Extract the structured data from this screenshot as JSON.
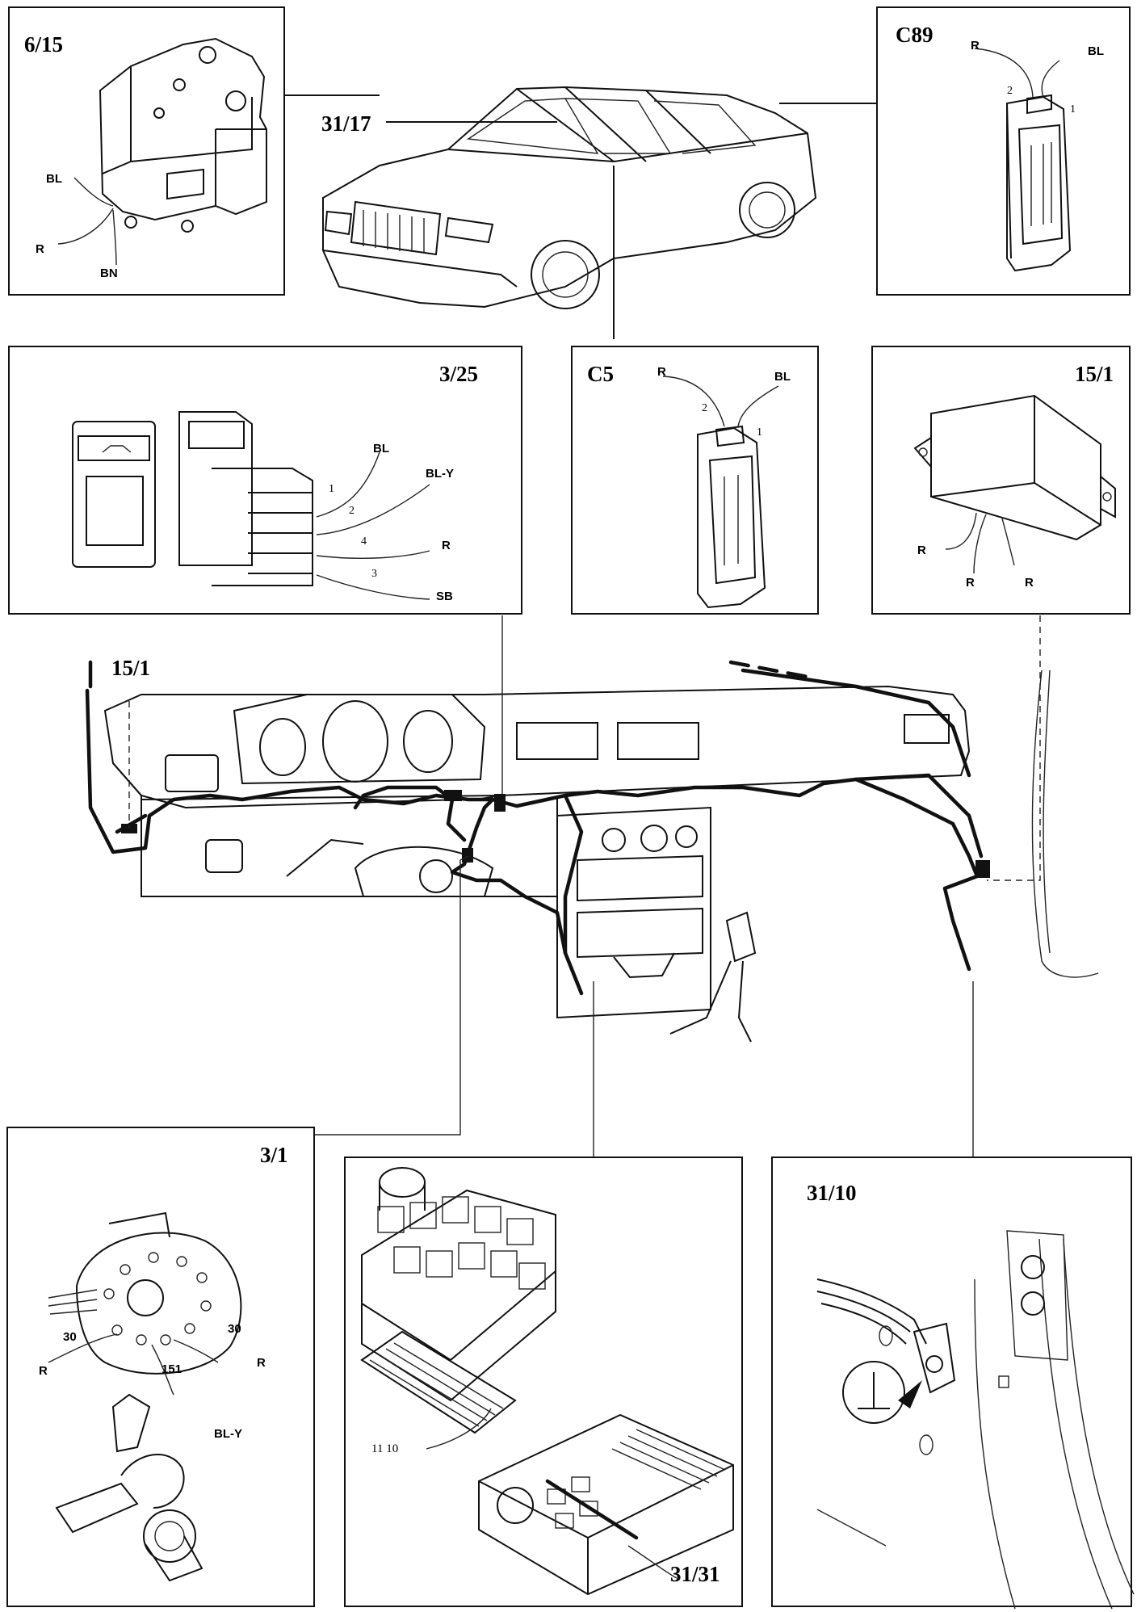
{
  "callouts": {
    "c6_15": "6/15",
    "c31_17": "31/17",
    "c89": "C89",
    "c3_25": "3/25",
    "c5": "C5",
    "c15_1_box": "15/1",
    "c15_1_dash": "15/1",
    "c3_1": "3/1",
    "c31_10": "31/10",
    "c31_31": "31/31"
  },
  "wires": {
    "p615": [
      "BL",
      "R",
      "BN"
    ],
    "c89": [
      "R",
      "BL"
    ],
    "c89_pins": [
      "2",
      "1"
    ],
    "p325": [
      "BL",
      "BL-Y",
      "R",
      "SB"
    ],
    "p325_pins": [
      "1",
      "2",
      "4",
      "3"
    ],
    "c5": [
      "R",
      "BL"
    ],
    "c5_pins": [
      "2",
      "1"
    ],
    "p151": [
      "R",
      "R",
      "R"
    ],
    "p31": [
      "30",
      "R",
      "151",
      "30",
      "R",
      "BL-Y"
    ],
    "p3131": [
      "11 10"
    ]
  }
}
